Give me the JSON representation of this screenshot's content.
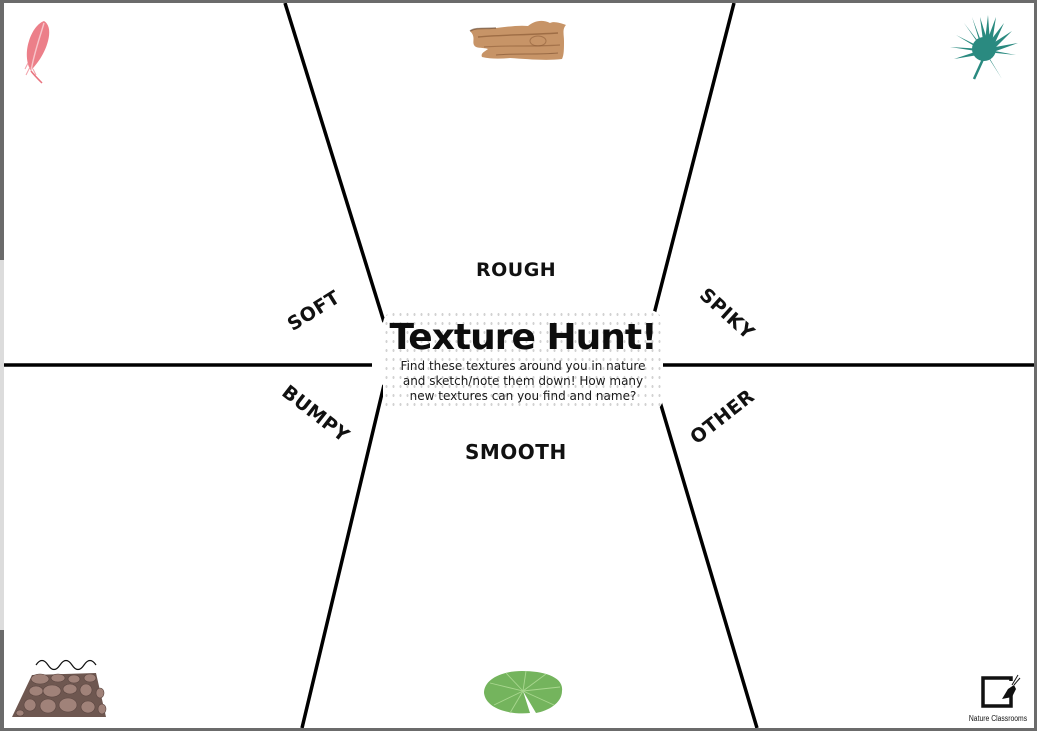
{
  "worksheet": {
    "title": "Texture Hunt!",
    "instructions_line1": "Find these textures around you in nature",
    "instructions_line2": "and sketch/note them down! How many",
    "instructions_line3": "new textures can you find and name?"
  },
  "sections": {
    "top": {
      "label": "ROUGH",
      "image": "bark-log-icon"
    },
    "upper_left": {
      "label": "SOFT",
      "image": "pink-feather-icon"
    },
    "upper_right": {
      "label": "SPIKY",
      "image": "palm-leaf-icon"
    },
    "lower_left": {
      "label": "BUMPY",
      "image": "cobblestone-icon"
    },
    "lower_right": {
      "label": "OTHER",
      "image": null
    },
    "bottom": {
      "label": "SMOOTH",
      "image": "lily-pad-icon"
    }
  },
  "branding": {
    "logo_text": "Nature Classrooms"
  },
  "colors": {
    "ink": "#111111",
    "feather": "#e9737e",
    "palm": "#2a8a80",
    "bark": "#b98456",
    "stone": "#7b6359",
    "lilypad": "#6aaf55"
  }
}
